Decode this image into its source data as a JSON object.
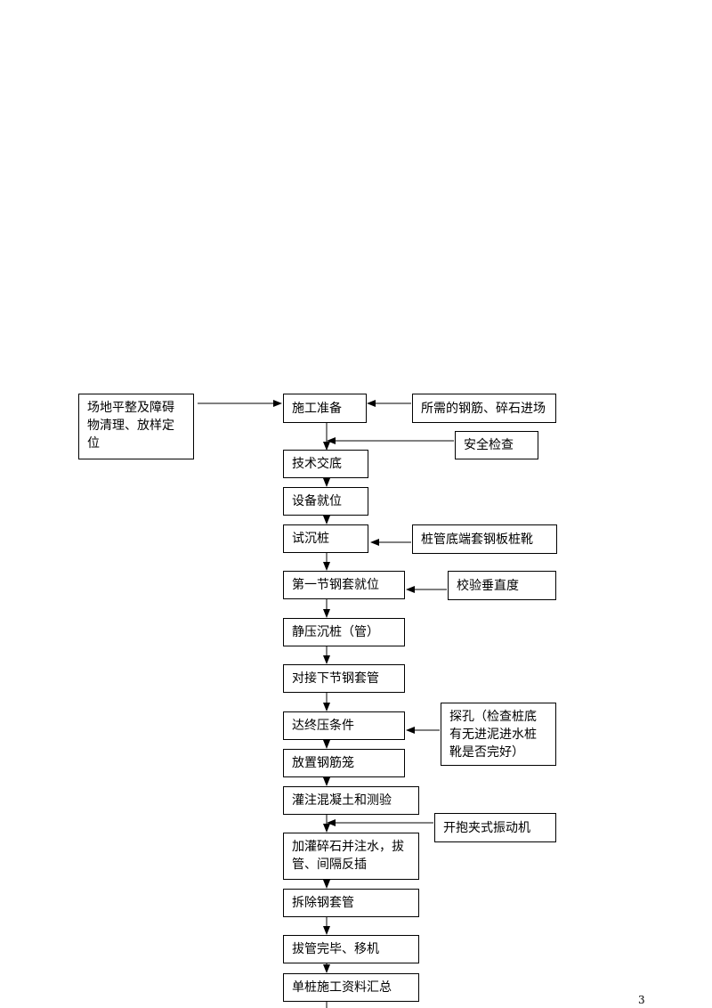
{
  "flowchart": {
    "main_steps": [
      "施工准备",
      "技术交底",
      "设备就位",
      "试沉桩",
      "第一节钢套就位",
      "静压沉桩（管）",
      "对接下节钢套管",
      "达终压条件",
      "放置钢筋笼",
      "灌注混凝土和测验",
      "加灌碎石并注水，拔管、间隔反插",
      "拆除钢套管",
      "拔管完毕、移机",
      "单桩施工资料汇总"
    ],
    "left_input": "场地平整及障碍物清理、放样定位",
    "right_inputs": [
      "所需的钢筋、碎石进场",
      "安全检查",
      "桩管底端套钢板桩靴",
      "校验垂直度",
      "探孔（检查桩底有无进泥进水桩靴是否完好）",
      "开抱夹式振动机"
    ]
  },
  "page_number": "3"
}
